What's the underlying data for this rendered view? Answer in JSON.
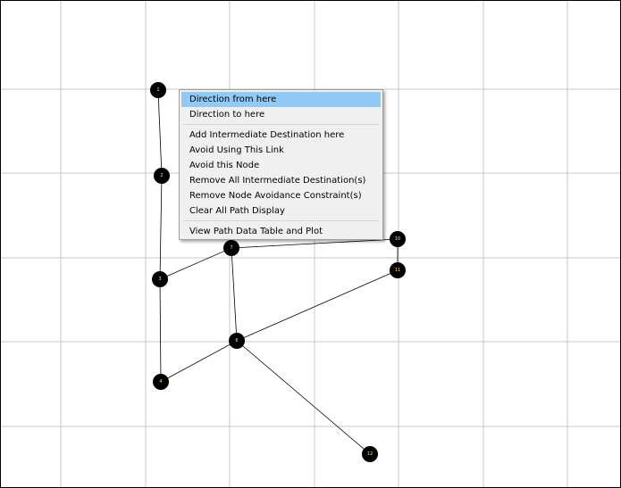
{
  "graph": {
    "nodes": [
      {
        "id": "1",
        "label": "1"
      },
      {
        "id": "2",
        "label": "2"
      },
      {
        "id": "3",
        "label": "3"
      },
      {
        "id": "4",
        "label": "4"
      },
      {
        "id": "6",
        "label": "6"
      },
      {
        "id": "7",
        "label": "7"
      },
      {
        "id": "10",
        "label": "10"
      },
      {
        "id": "11",
        "label": "11"
      },
      {
        "id": "12",
        "label": "12"
      }
    ],
    "edges": [
      [
        "1",
        "2"
      ],
      [
        "2",
        "3"
      ],
      [
        "3",
        "4"
      ],
      [
        "3",
        "7"
      ],
      [
        "7",
        "10"
      ],
      [
        "10",
        "11"
      ],
      [
        "7",
        "6"
      ],
      [
        "4",
        "6"
      ],
      [
        "6",
        "11"
      ],
      [
        "6",
        "12"
      ]
    ]
  },
  "context_menu": {
    "items": [
      "Direction from here",
      "Direction to here",
      "Add Intermediate Destination here",
      "Avoid Using This Link",
      "Avoid this Node",
      "Remove All Intermediate Destination(s)",
      "Remove Node Avoidance Constraint(s)",
      "Clear All Path Display",
      "View Path Data Table and Plot"
    ]
  },
  "colors": {
    "node_fill": "#000000",
    "node_label": "#ffe26a",
    "grid": "#c8c8c8",
    "menu_highlight": "#91c9f7"
  }
}
